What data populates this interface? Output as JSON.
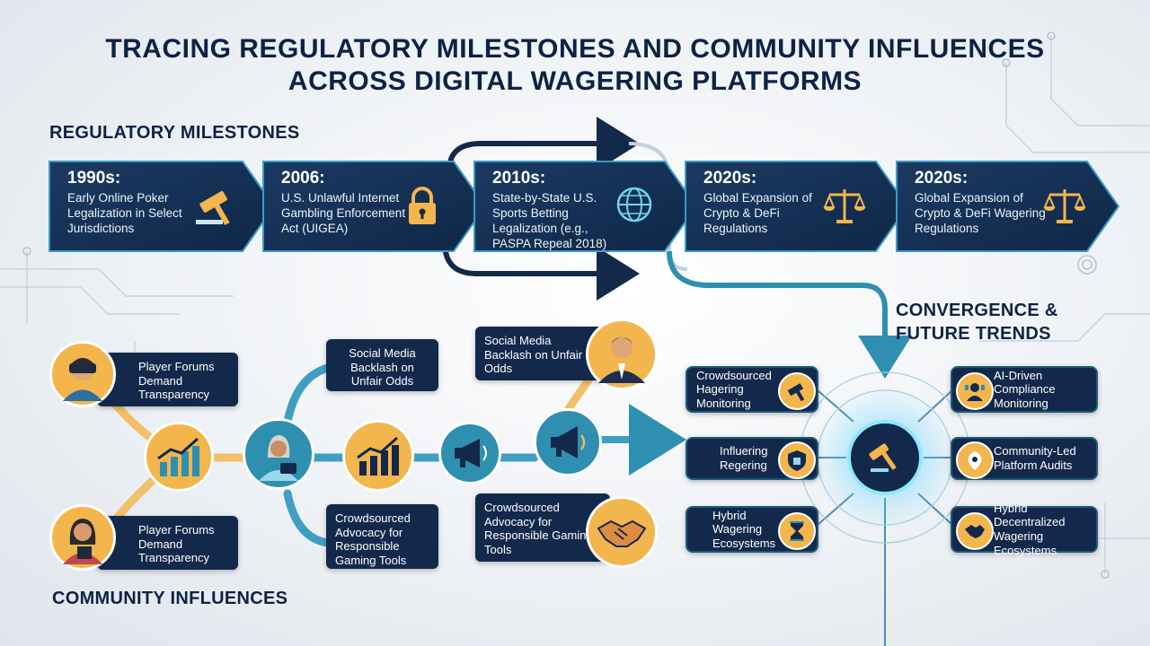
{
  "title_line1": "TRACING REGULATORY MILESTONES AND COMMUNITY INFLUENCES",
  "title_line2": "ACROSS DIGITAL WAGERING PLATFORMS",
  "regulatory": {
    "label": "REGULATORY MILESTONES",
    "items": [
      {
        "year": "1990s:",
        "desc": "Early Online Poker Legalization in Select Jurisdictions",
        "icon": "gavel-icon"
      },
      {
        "year": "2006:",
        "desc": "U.S. Unlawful Internet Gambling Enforcement Act (UIGEA)",
        "icon": "padlock-icon"
      },
      {
        "year": "2010s:",
        "desc": "State-by-State U.S. Sports Betting Legalization (e.g., PASPA Repeal 2018)",
        "icon": "globe-icon"
      },
      {
        "year": "2020s:",
        "desc": "Global Expansion of Crypto & DeFi Regulations",
        "icon": "scales-icon"
      },
      {
        "year": "2020s:",
        "desc": "Global Expansion of Crypto & DeFi Wagering Regulations",
        "icon": "scales-icon"
      }
    ]
  },
  "community": {
    "label": "COMMUNITY INFLUENCES",
    "bubbles": [
      {
        "id": "forums-top",
        "text": "Player Forums Demand Transparency"
      },
      {
        "id": "forums-bottom",
        "text": "Player Forums Demand Transparency"
      },
      {
        "id": "social-left",
        "text": "Social Media Backlash on Unfair Odds"
      },
      {
        "id": "social-right",
        "text": "Social Media Backlash on Unfair Odds"
      },
      {
        "id": "crowd-left",
        "text": "Crowdsourced Advocacy for Responsible Gaming Tools"
      },
      {
        "id": "crowd-right",
        "text": "Crowdsourced Advocacy for Responsible Gaming Tools"
      }
    ]
  },
  "convergence": {
    "label_line1": "CONVERGENCE &",
    "label_line2": "FUTURE TRENDS",
    "left": [
      {
        "text": "Crowdsourced Hagering Monitoring",
        "icon": "gavel-icon"
      },
      {
        "text": "Influering Regering",
        "icon": "shield-icon"
      },
      {
        "text": "Hybrid Wagering Ecosystems",
        "icon": "hourglass-icon"
      }
    ],
    "right": [
      {
        "text": "AI-Driven Compliance Monitoring",
        "icon": "ai-person-icon"
      },
      {
        "text": "Community-Led Platform Audits",
        "icon": "audit-icon"
      },
      {
        "text": "Hybrid Decentralized Wagering Ecosystems",
        "icon": "handshake-icon"
      }
    ]
  },
  "colors": {
    "navy": "#13294b",
    "teal": "#2f8fb0",
    "gold": "#f2b64d",
    "orange": "#f0a94a",
    "hub_glow": "#5fd3ff"
  }
}
